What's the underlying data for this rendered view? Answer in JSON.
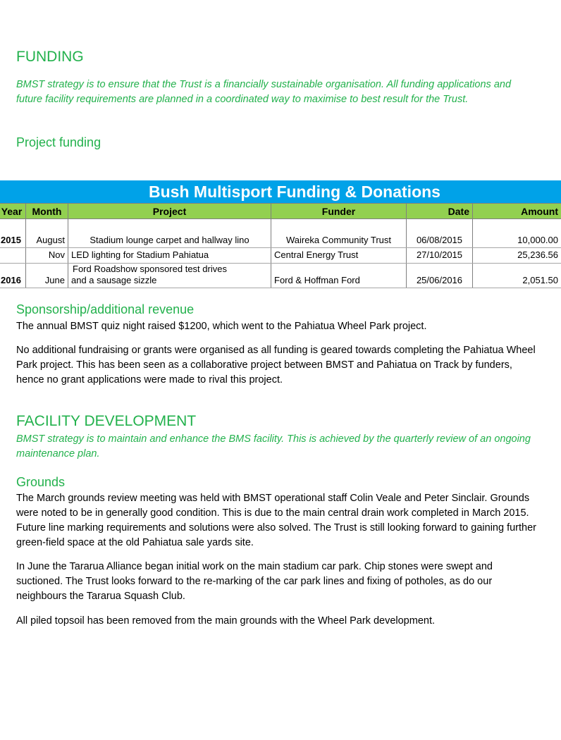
{
  "funding": {
    "heading": "FUNDING",
    "strategy": "BMST strategy is to ensure that the Trust is a financially sustainable organisation. All funding applications and future facility requirements are planned in a coordinated way to maximise to best result for the Trust.",
    "subheading": "Project funding"
  },
  "table": {
    "title": "Bush Multisport Funding & Donations",
    "columns": [
      "Year",
      "Month",
      "Project",
      "Funder",
      "Date",
      "Amount"
    ],
    "rows": [
      {
        "year": "2015",
        "month": "August",
        "project": "Stadium lounge carpet and hallway lino",
        "funder": "Waireka Community Trust",
        "date": "06/08/2015",
        "amount": "10,000.00"
      },
      {
        "year": "",
        "month": "Nov",
        "project": "LED lighting for Stadium Pahiatua",
        "funder": "Central Energy Trust",
        "date": "27/10/2015",
        "amount": "25,236.56"
      },
      {
        "year": "2016",
        "month": "June",
        "project_line1": "Ford Roadshow sponsored test drives",
        "project_line2": "and a sausage sizzle",
        "funder": "Ford & Hoffman Ford",
        "date": "25/06/2016",
        "amount": "2,051.50"
      }
    ]
  },
  "sponsorship": {
    "heading": "Sponsorship/additional revenue",
    "para1": "The annual BMST quiz night raised $1200, which went to the Pahiatua Wheel Park project.",
    "para2": "No additional fundraising or grants were organised as all funding is geared towards completing the Pahiatua Wheel Park project. This has been seen as a collaborative project between BMST and Pahiatua on Track by funders, hence no grant applications were made to rival this project."
  },
  "facility": {
    "heading": "FACILITY DEVELOPMENT",
    "strategy": "BMST strategy is to maintain and enhance the BMS facility. This is achieved by the quarterly review of an ongoing maintenance plan."
  },
  "grounds": {
    "heading": "Grounds",
    "para1": "The March grounds review meeting was held with BMST operational staff Colin Veale and Peter Sinclair. Grounds were noted to be in generally good condition. This is due to the main central drain work completed in March 2015. Future line marking requirements and solutions were also solved. The Trust is still looking forward to gaining further green-field space at the old Pahiatua sale yards site.",
    "para2": "In June the Tararua Alliance began initial work on the main stadium car park. Chip stones were swept and suctioned. The Trust looks forward to the re-marking of the car park lines and fixing of potholes, as do our neighbours the Tararua Squash Club.",
    "para3": "All piled topsoil has been removed from the main grounds with the Wheel Park development."
  },
  "colors": {
    "heading_green": "#22b14c",
    "table_title_bg": "#00a2e8",
    "table_header_bg": "#92d050"
  }
}
